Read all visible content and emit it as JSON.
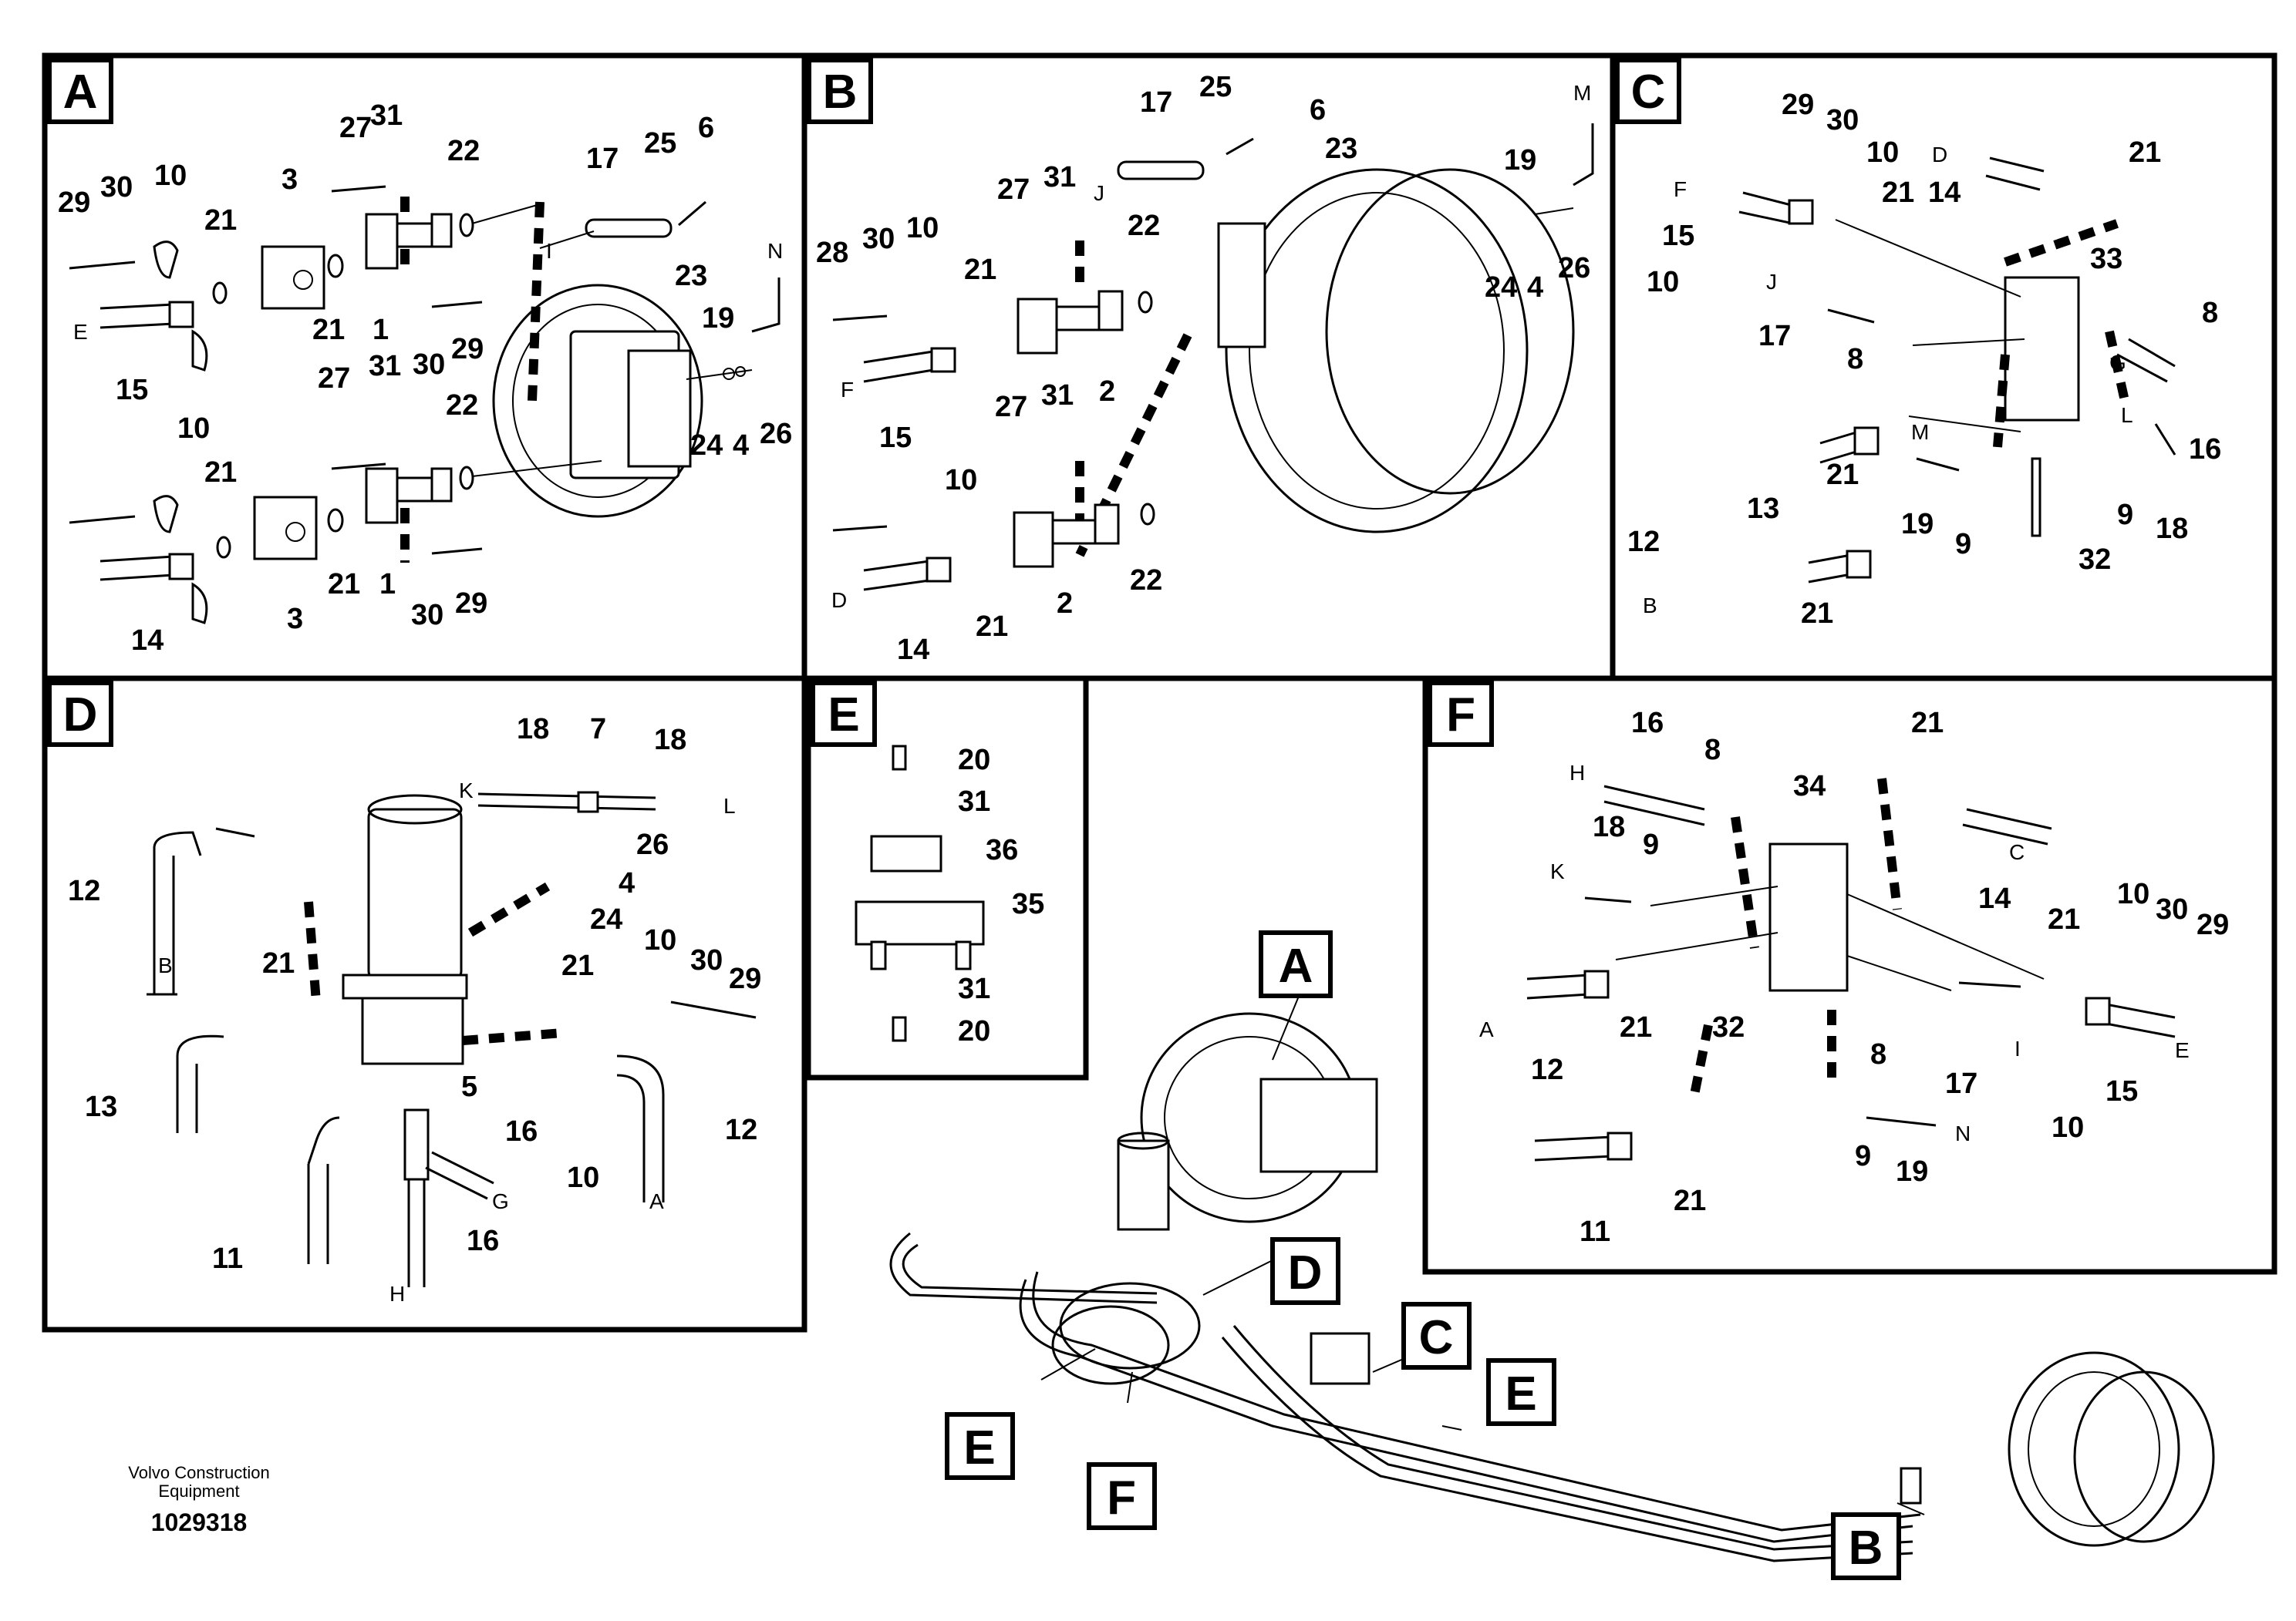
{
  "panels": {
    "A": {
      "tag": "A",
      "callouts": [
        "27",
        "31",
        "22",
        "17",
        "25",
        "6",
        "29",
        "30",
        "10",
        "21",
        "3",
        "21",
        "1",
        "30",
        "29",
        "23",
        "N",
        "19",
        "E",
        "15",
        "10",
        "27",
        "31",
        "22",
        "24",
        "4",
        "26",
        "21",
        "21",
        "1",
        "30",
        "29",
        "14",
        "3",
        "I"
      ]
    },
    "B": {
      "tag": "B",
      "callouts": [
        "17",
        "25",
        "6",
        "23",
        "M",
        "19",
        "J",
        "27",
        "31",
        "22",
        "28",
        "30",
        "10",
        "21",
        "F",
        "15",
        "2",
        "10",
        "27",
        "31",
        "24",
        "4",
        "26",
        "D",
        "14",
        "21",
        "2",
        "22"
      ]
    },
    "C": {
      "tag": "C",
      "callouts": [
        "29",
        "30",
        "10",
        "D",
        "14",
        "21",
        "F",
        "15",
        "21",
        "10",
        "J",
        "17",
        "8",
        "33",
        "8",
        "G",
        "L",
        "16",
        "21",
        "13",
        "M",
        "19",
        "9",
        "9",
        "18",
        "12",
        "B",
        "21",
        "32"
      ]
    },
    "D": {
      "tag": "D",
      "callouts": [
        "18",
        "7",
        "18",
        "K",
        "L",
        "26",
        "4",
        "24",
        "12",
        "B",
        "21",
        "21",
        "10",
        "30",
        "29",
        "13",
        "5",
        "16",
        "G",
        "10",
        "12",
        "A",
        "11",
        "16",
        "H"
      ]
    },
    "E": {
      "tag": "E",
      "callouts": [
        "20",
        "31",
        "36",
        "35",
        "31",
        "20"
      ]
    },
    "F": {
      "tag": "F",
      "callouts": [
        "16",
        "8",
        "21",
        "H",
        "34",
        "18",
        "9",
        "K",
        "C",
        "14",
        "21",
        "10",
        "30",
        "29",
        "A",
        "12",
        "21",
        "32",
        "8",
        "17",
        "I",
        "15",
        "E",
        "10",
        "9",
        "19",
        "N",
        "11",
        "21"
      ]
    }
  },
  "overview_tags": [
    "A",
    "D",
    "C",
    "E",
    "E",
    "F",
    "B"
  ],
  "footer": {
    "brand_line1": "Volvo Construction",
    "brand_line2": "Equipment",
    "number": "1029318"
  }
}
